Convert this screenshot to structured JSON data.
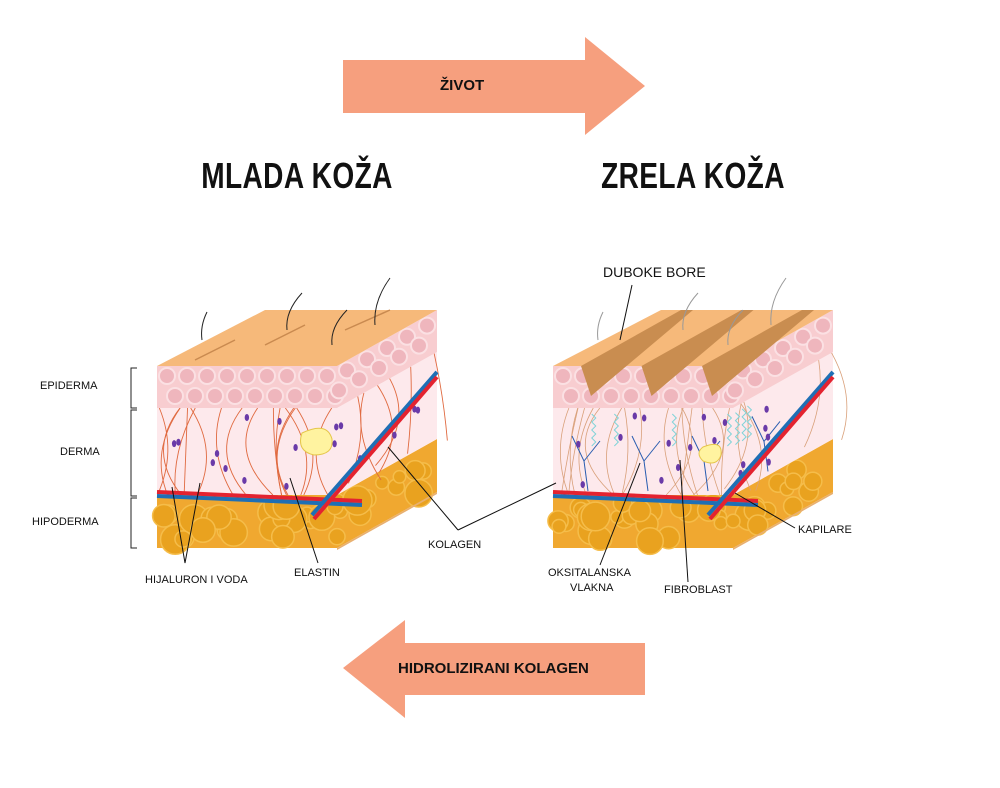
{
  "top_arrow": {
    "label": "ŽIVOT",
    "direction": "right"
  },
  "bottom_arrow": {
    "label": "HIDROLIZIRANI KOLAGEN",
    "direction": "left"
  },
  "young_skin": {
    "title": "MLADA KOŽA",
    "layers": [
      "EPIDERMA",
      "DERMA",
      "HIPODERMA"
    ],
    "labels": {
      "hyaluronic": "HIJALURON I VODA",
      "elastin": "ELASTIN"
    }
  },
  "shared_label": "KOLAGEN",
  "mature_skin": {
    "title": "ZRELA KOŽA",
    "labels": {
      "wrinkles": "DUBOKE BORE",
      "oxytalan_1": "OKSITALANSKA",
      "oxytalan_2": "VLAKNA",
      "fibroblast": "FIBROBLAST",
      "capillaries": "KAPILARE"
    }
  },
  "colors": {
    "arrow": "#f69f7e",
    "epidermis": "#f8cdd0",
    "dermis": "#fde9ec",
    "fat": "#f0a830",
    "skin_top": "#f6b97a",
    "artery": "#e32330",
    "vein": "#1f6fb5",
    "cell": "#6a3aa8"
  }
}
